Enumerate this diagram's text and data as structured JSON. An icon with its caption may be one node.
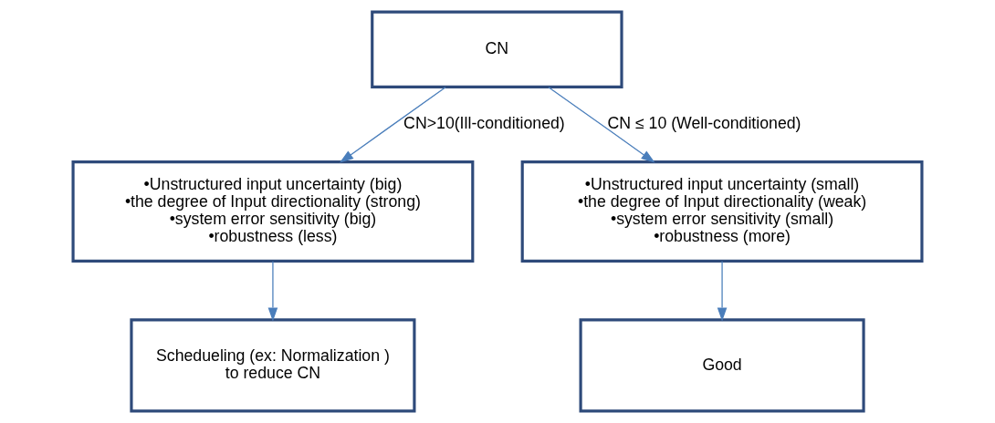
{
  "diagram": {
    "nodes": [
      {
        "text": [
          "CN"
        ]
      },
      {
        "text": [
          "•Unstructured input uncertainty (big)",
          "•the degree of Input directionality (strong)",
          "•system error sensitivity (big)",
          "•robustness (less)"
        ]
      },
      {
        "text": [
          "•Unstructured input uncertainty (small)",
          "•the degree of Input directionality (weak)",
          "•system error sensitivity (small)",
          "•robustness (more)"
        ]
      },
      {
        "text": [
          "Schedueling (ex: Normalization ) to reduce CN"
        ]
      },
      {
        "text": [
          "Good"
        ]
      }
    ],
    "edges": [
      {
        "from": 0,
        "to": 1,
        "arrow": "to",
        "label": "CN>10(Ill-conditioned)"
      },
      {
        "from": 0,
        "to": 2,
        "arrow": "to",
        "label": "CN ≤ 10 (Well-conditioned)"
      },
      {
        "from": 1,
        "to": 3,
        "arrow": "to"
      },
      {
        "from": 2,
        "to": 4,
        "arrow": "to"
      }
    ]
  }
}
